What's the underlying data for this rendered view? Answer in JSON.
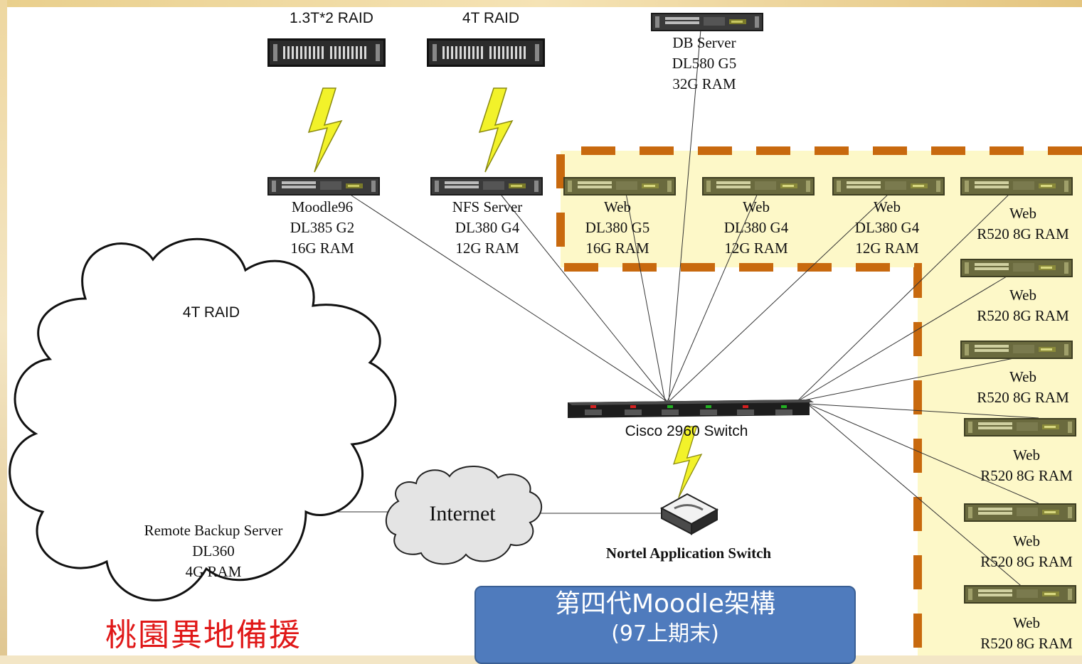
{
  "raid_labels": {
    "moodle_raid": "1.3T*2 RAID",
    "nfs_raid": "4T RAID",
    "backup_raid": "4T RAID"
  },
  "db_server": [
    "DB Server",
    "DL580 G5",
    "32G RAM"
  ],
  "moodle_server": [
    "Moodle96",
    "DL385 G2",
    "16G RAM"
  ],
  "nfs_server": [
    "NFS Server",
    "DL380 G4",
    "12G RAM"
  ],
  "web_top": [
    [
      "Web",
      "DL380 G5",
      "16G RAM"
    ],
    [
      "Web",
      "DL380 G4",
      "12G RAM"
    ],
    [
      "Web",
      "DL380 G4",
      "12G RAM"
    ],
    [
      "Web",
      "R520 8G RAM"
    ]
  ],
  "web_right": [
    [
      "Web",
      "R520 8G RAM"
    ],
    [
      "Web",
      "R520 8G RAM"
    ],
    [
      "Web",
      "R520 8G RAM"
    ],
    [
      "Web",
      "R520 8G RAM"
    ],
    [
      "Web",
      "R520 8G RAM"
    ]
  ],
  "switch_label": "Cisco 2960 Switch",
  "nortel_label": "Nortel Application Switch",
  "internet_label": "Internet",
  "backup_server": [
    "Remote Backup Server",
    "DL360",
    "4G RAM"
  ],
  "caption": {
    "line1": "第四代Moodle架構",
    "line2": "(97上期末)"
  },
  "site_label": "桃園異地備援",
  "colors": {
    "dash_border": "#c8690e",
    "web_zone": "#fdf8c8",
    "lightning": "#f2f22a",
    "caption_bg": "#4f7bbd",
    "site_label": "#e01818"
  }
}
